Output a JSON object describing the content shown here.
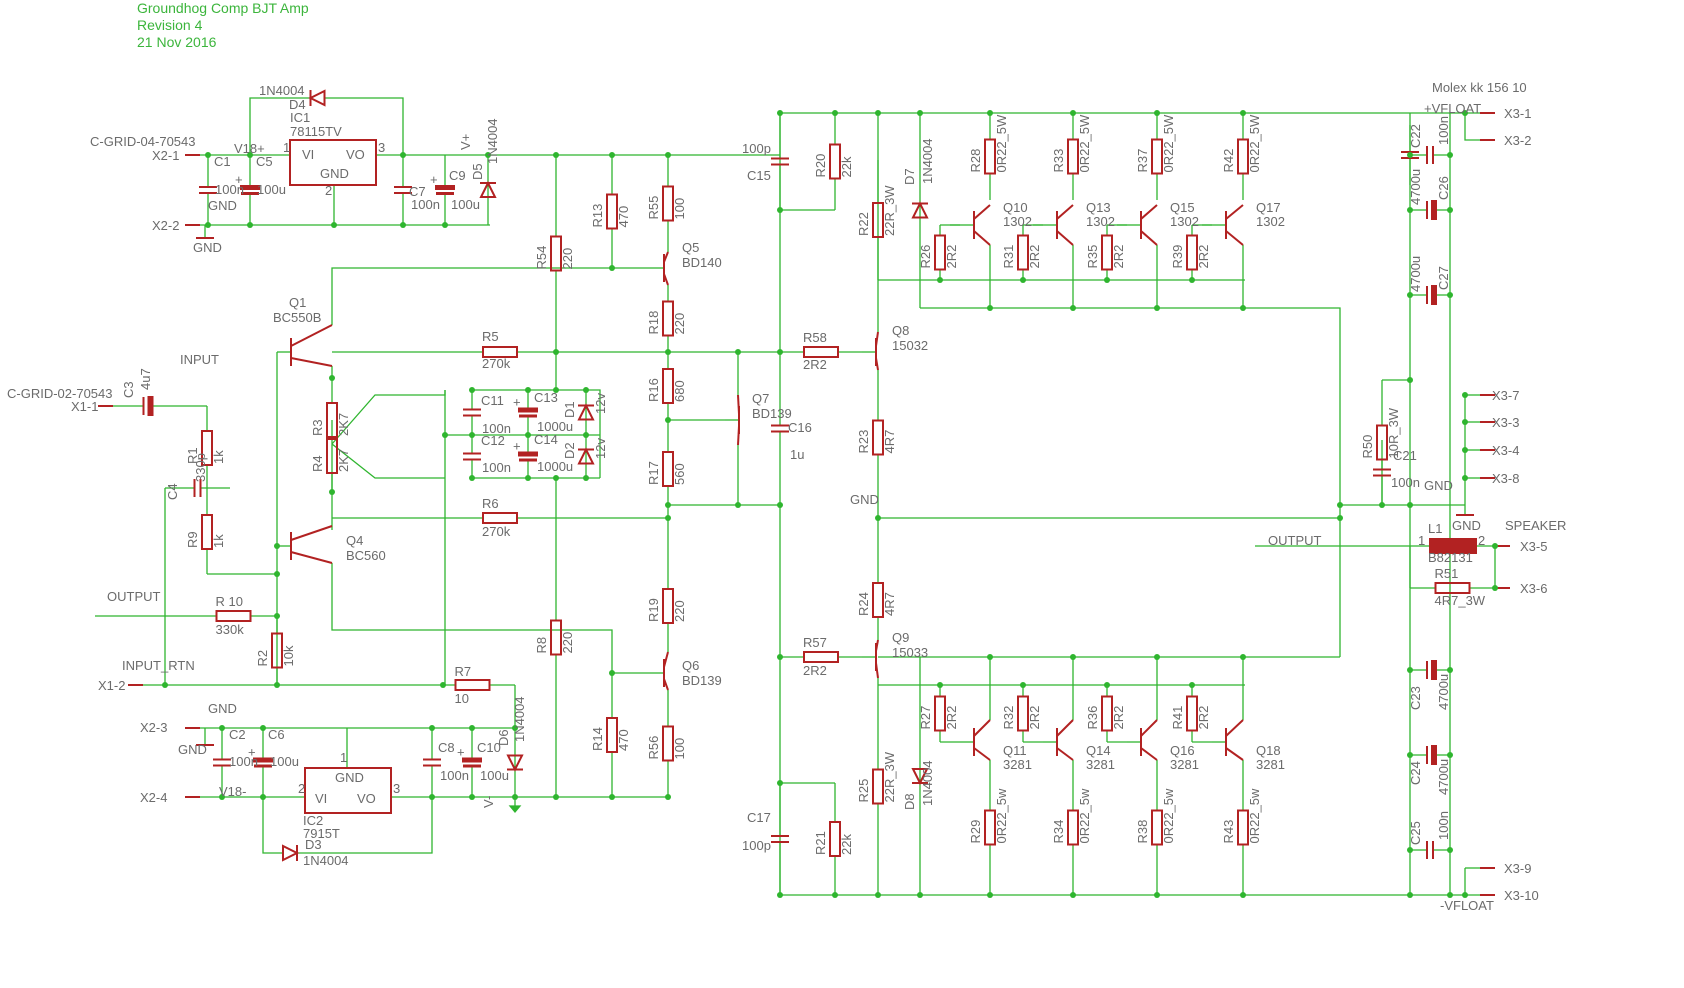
{
  "header": {
    "line1": "Groundhog Comp BJT Amp",
    "line2": "Revision 4",
    "line3": "21 Nov 2016"
  },
  "colors": {
    "wire": "#2fb52f",
    "part": "#b22222",
    "label": "#6b6b6b",
    "title": "#3cb53c"
  },
  "labels": {
    "molex": "Molex kk 156 10",
    "vfloat_pos": "+VFLOAT",
    "vfloat_neg": "-VFLOAT",
    "speaker": "SPEAKER",
    "input": "INPUT",
    "input_rtn": "INPUT_RTN",
    "output_l": "OUTPUT",
    "output_r": "OUTPUT",
    "gnd": "GND",
    "cgrid04": "C-GRID-04-70543",
    "cgrid02": "C-GRID-02-70543",
    "v18p": "V18+",
    "v18m": "V18-",
    "vplus": "V+",
    "vminus": "V-",
    "vi": "VI",
    "vo": "VO",
    "gnd_pin": "GND"
  },
  "connectors": [
    "X2-1",
    "X2-2",
    "X2-3",
    "X2-4",
    "X1-1",
    "X1-2",
    "X3-1",
    "X3-2",
    "X3-7",
    "X3-3",
    "X3-4",
    "X3-8",
    "X3-5",
    "X3-6",
    "X3-9",
    "X3-10"
  ],
  "parts": {
    "ic1": "IC1",
    "ic1v": "78115TV",
    "ic2": "IC2",
    "ic2v": "7915T",
    "d3": "D3",
    "d3v": "1N4004",
    "d4": "D4",
    "d4v": "1N4004",
    "d5": "D5",
    "d5v": "1N4004",
    "d6": "D6",
    "d6v": "1N4004",
    "d7": "D7",
    "d7v": "1N4004",
    "d8": "D8",
    "d8v": "1N4004",
    "d1": "D1",
    "d1v": "12v",
    "d2": "D2",
    "d2v": "12v",
    "c1": "C1",
    "c1v": "100n",
    "c2": "C2",
    "c2v": "100n",
    "c3": "C3",
    "c3v": "4u7",
    "c4": "C4",
    "c4v": "330p",
    "c5": "C5",
    "c5v": "100u",
    "c6": "C6",
    "c6v": "100u",
    "c7": "C7",
    "c7v": "100n",
    "c8": "C8",
    "c8v": "100n",
    "c9": "C9",
    "c9v": "100u",
    "c10": "C10",
    "c10v": "100u",
    "c11": "C11",
    "c11v": "100n",
    "c12": "C12",
    "c12v": "100n",
    "c13": "C13",
    "c13v": "1000u",
    "c14": "C14",
    "c14v": "1000u",
    "c15": "C15",
    "c15v": "100p",
    "c16": "C16",
    "c16v": "1u",
    "c17": "C17",
    "c17v": "100p",
    "c21": "C21",
    "c21v": "100n",
    "c22": "C22",
    "c22v": "100n",
    "c23": "C23",
    "c23v": "4700u",
    "c24": "C24",
    "c24v": "4700u",
    "c25": "C25",
    "c25v": "100n",
    "c26": "C26",
    "c26v": "4700u",
    "c27": "C27",
    "c27v": "4700u",
    "r1": "R1",
    "r1v": "1k",
    "r2": "R2",
    "r2v": "10k",
    "r3": "R3",
    "r3v": "2K7",
    "r4": "R4",
    "r4v": "2K7",
    "r5": "R5",
    "r5v": "270k",
    "r6": "R6",
    "r6v": "270k",
    "r7": "R7",
    "r7v": "10",
    "r8": "R8",
    "r8v": "220",
    "r9": "R9",
    "r9v": "1k",
    "r10": "R 10",
    "r10v": "330k",
    "r13": "R13",
    "r13v": "470",
    "r14": "R14",
    "r14v": "470",
    "r16": "R16",
    "r16v": "680",
    "r17": "R17",
    "r17v": "560",
    "r18": "R18",
    "r18v": "220",
    "r19": "R19",
    "r19v": "220",
    "r20": "R20",
    "r20v": "22k",
    "r21": "R21",
    "r21v": "22k",
    "r22": "R22",
    "r22v": "22R_3W",
    "r23": "R23",
    "r23v": "4R7",
    "r24": "R24",
    "r24v": "4R7",
    "r25": "R25",
    "r25v": "22R_3W",
    "r26": "R26",
    "r26v": "2R2",
    "r27": "R27",
    "r27v": "2R2",
    "r28": "R28",
    "r28v": "0R22_5W",
    "r29": "R29",
    "r29v": "0R22_5w",
    "r31": "R31",
    "r31v": "2R2",
    "r32": "R32",
    "r32v": "2R2",
    "r33": "R33",
    "r33v": "0R22_5W",
    "r34": "R34",
    "r34v": "0R22_5w",
    "r35": "R35",
    "r35v": "2R2",
    "r36": "R36",
    "r36v": "2R2",
    "r37": "R37",
    "r37v": "0R22_5W",
    "r38": "R38",
    "r38v": "0R22_5w",
    "r39": "R39",
    "r39v": "2R2",
    "r41": "R41",
    "r41v": "2R2",
    "r42": "R42",
    "r42v": "0R22_5W",
    "r43": "R43",
    "r43v": "0R22_5w",
    "r50": "R50",
    "r50v": "10R_3W",
    "r51": "R51",
    "r51v": "4R7_3W",
    "r54": "R54",
    "r54v": "220",
    "r55": "R55",
    "r55v": "100",
    "r56": "R56",
    "r56v": "100",
    "r57": "R57",
    "r57v": "2R2",
    "r58": "R58",
    "r58v": "2R2",
    "l1": "L1",
    "l1v": "B82131",
    "q1": "Q1",
    "q1v": "BC550B",
    "q4": "Q4",
    "q4v": "BC560",
    "q5": "Q5",
    "q5v": "BD140",
    "q6": "Q6",
    "q6v": "BD139",
    "q7": "Q7",
    "q7v": "BD139",
    "q8": "Q8",
    "q8v": "15032",
    "q9": "Q9",
    "q9v": "15033",
    "q10": "Q10",
    "q10v": "1302",
    "q13": "Q13",
    "q13v": "1302",
    "q15": "Q15",
    "q15v": "1302",
    "q17": "Q17",
    "q17v": "1302",
    "q11": "Q11",
    "q11v": "3281",
    "q14": "Q14",
    "q14v": "3281",
    "q16": "Q16",
    "q16v": "3281",
    "q18": "Q18",
    "q18v": "3281"
  }
}
